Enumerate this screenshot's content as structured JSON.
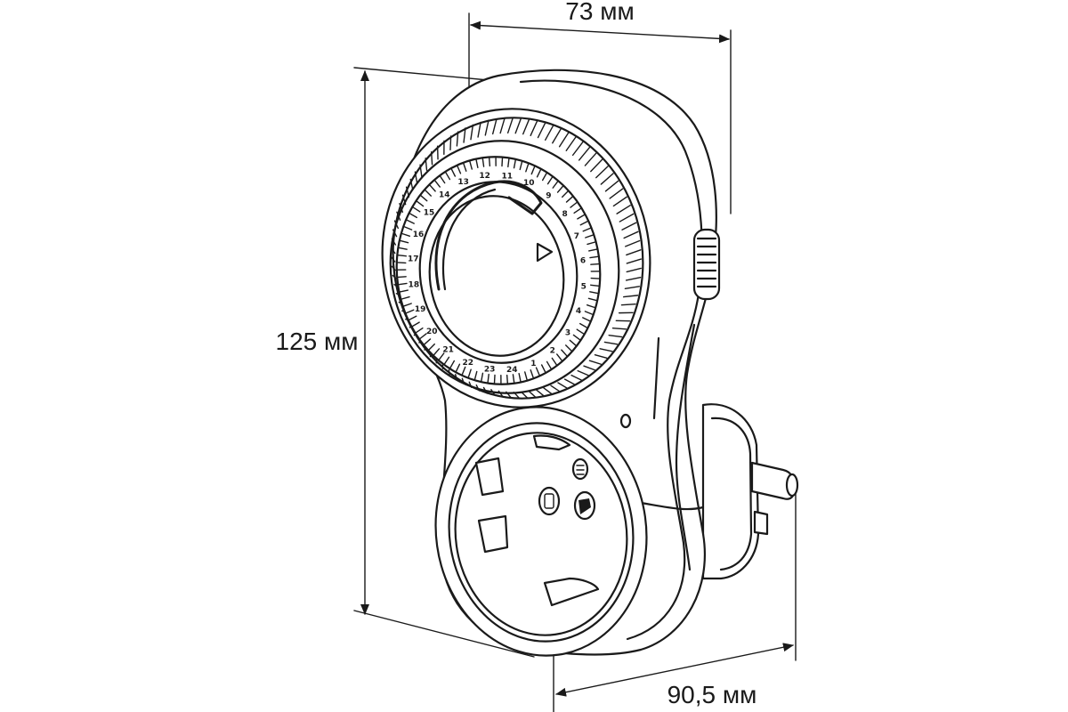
{
  "dimensions": {
    "width_label": "73 мм",
    "height_label": "125 мм",
    "depth_label": "90,5 мм"
  },
  "dial": {
    "hours": [
      "1",
      "2",
      "3",
      "4",
      "5",
      "6",
      "7",
      "8",
      "9",
      "10",
      "11",
      "12",
      "13",
      "14",
      "15",
      "16",
      "17",
      "18",
      "19",
      "20",
      "21",
      "22",
      "23",
      "24"
    ]
  }
}
